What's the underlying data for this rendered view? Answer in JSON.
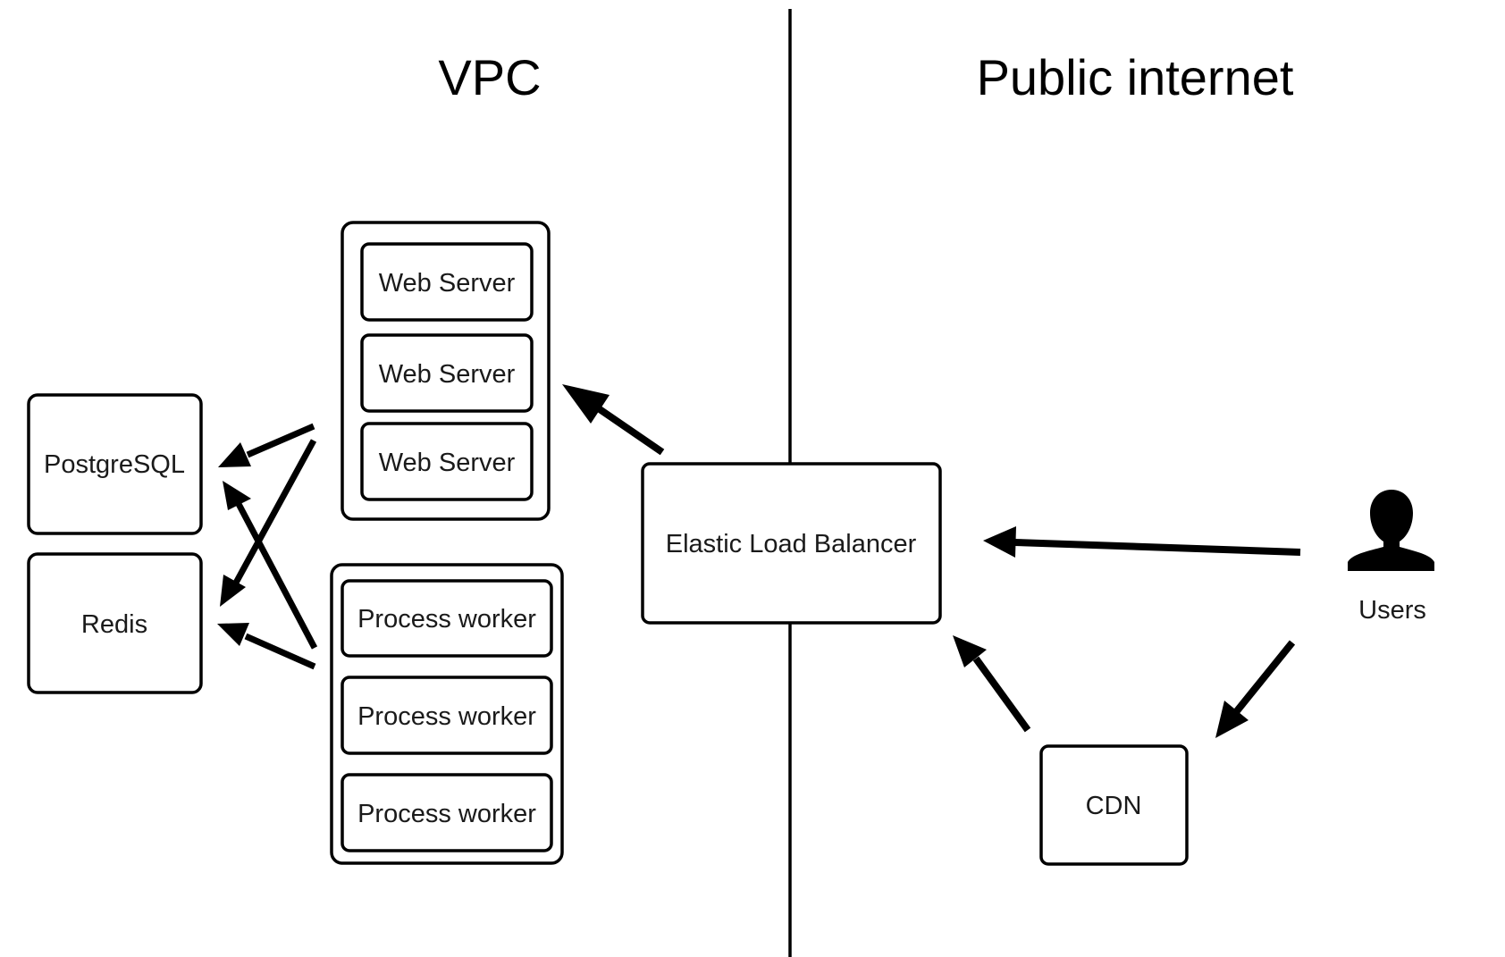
{
  "zones": {
    "vpc": "VPC",
    "public": "Public internet"
  },
  "nodes": {
    "web_servers": [
      "Web Server",
      "Web Server",
      "Web Server"
    ],
    "process_workers": [
      "Process worker",
      "Process worker",
      "Process worker"
    ],
    "postgres": "PostgreSQL",
    "redis": "Redis",
    "elb": "Elastic Load Balancer",
    "cdn": "CDN",
    "users": "Users"
  },
  "icons": {
    "users": "user-silhouette-icon",
    "arrow": "arrow-icon"
  },
  "edges": [
    {
      "from": "users",
      "to": "elb"
    },
    {
      "from": "users",
      "to": "cdn"
    },
    {
      "from": "cdn",
      "to": "elb"
    },
    {
      "from": "elb",
      "to": "web_servers"
    },
    {
      "from": "web_servers",
      "to": "postgres"
    },
    {
      "from": "web_servers",
      "to": "redis"
    },
    {
      "from": "process_workers",
      "to": "postgres"
    },
    {
      "from": "process_workers",
      "to": "redis"
    }
  ],
  "colors": {
    "ink": "#000000",
    "background": "#ffffff"
  }
}
